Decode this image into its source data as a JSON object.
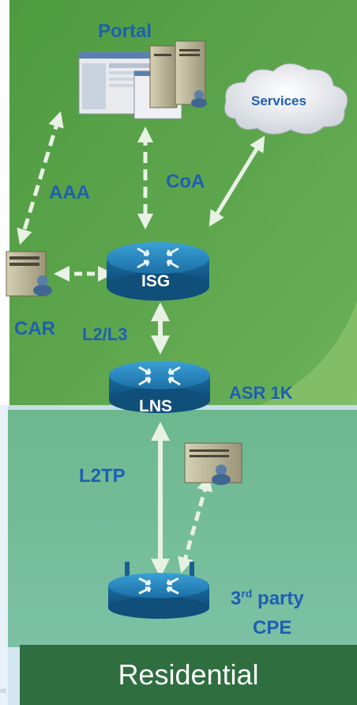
{
  "labels": {
    "portal": "Portal",
    "services": "Services",
    "aaa": "AAA",
    "coa": "CoA",
    "car": "CAR",
    "l2l3": "L2/L3",
    "asr": "ASR 1K",
    "l2tp": "L2TP",
    "third_party_sup": "rd",
    "third_party_pre": "3",
    "third_party_post": " party",
    "cpe": "CPE"
  },
  "routers": {
    "isg": "ISG",
    "lns": "LNS"
  },
  "section_title": "Residential",
  "footer_fragment": "nt",
  "colors": {
    "green_panel": "#5c9e4a",
    "blue_panel": "#d5e6f0",
    "teal_panel": "#6bb59a",
    "label_blue": "#1f5fb0",
    "router_blue": "#1e7db5",
    "residential_bar": "#2e6e3f"
  }
}
